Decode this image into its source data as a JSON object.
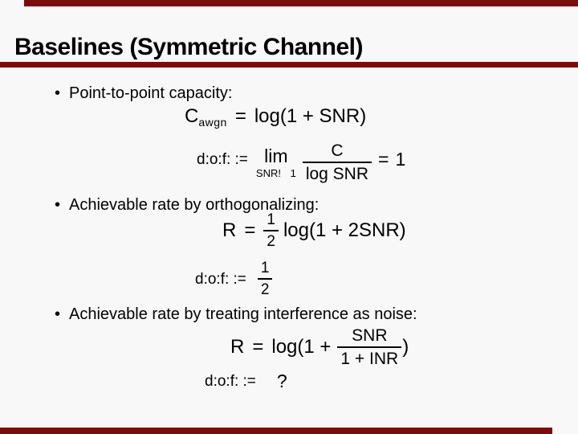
{
  "slide": {
    "title": "Baselines (Symmetric Channel)",
    "accent_color": "#7b0c0c",
    "background_color": "#f8f8f9",
    "bullet_glyph": "•",
    "bullets": [
      "Point-to-point capacity:",
      "Achievable rate by orthogonalizing:",
      "Achievable rate by treating interference as noise:"
    ],
    "formulas": {
      "capacity": {
        "sym": "C",
        "sub": "awgn",
        "eq": "=",
        "body": "log(1 + SNR)"
      },
      "dof_capacity": {
        "lhs": "d:o:f: :=",
        "lim": "lim",
        "lim_sub": "SNR! 1",
        "num": "C",
        "den": "log SNR",
        "eq": "=",
        "val": "1"
      },
      "rate_orthogonal": {
        "sym": "R",
        "eq": "=",
        "num": "1",
        "den": "2",
        "body": "log(1 + 2SNR)"
      },
      "dof_orthogonal": {
        "lhs": "d:o:f: :=",
        "num": "1",
        "den": "2"
      },
      "rate_interference": {
        "sym": "R",
        "eq": "=",
        "prefix": "log(1 +",
        "num": "SNR",
        "den": "1 + INR",
        "suffix": ")"
      },
      "dof_interference": {
        "lhs": "d:o:f: :=",
        "val": "?"
      }
    }
  }
}
